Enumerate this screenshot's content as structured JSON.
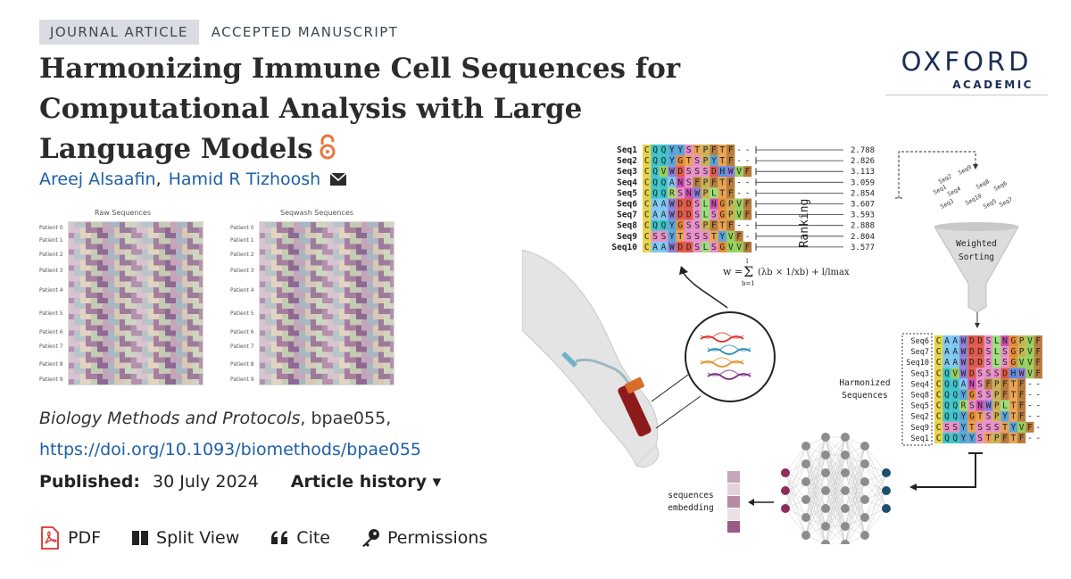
{
  "tags": {
    "type": "JOURNAL ARTICLE",
    "status": "ACCEPTED MANUSCRIPT"
  },
  "title": "Harmonizing Immune Cell Sequences for Computational Analysis with Large Language Models",
  "authors": [
    "Areej Alsaafin",
    "Hamid R Tizhoosh"
  ],
  "author_separator": ",",
  "logo": {
    "top": "OXFORD",
    "bottom": "ACADEMIC"
  },
  "citation": {
    "journal": "Biology Methods and Protocols",
    "id": ", bpae055,"
  },
  "doi": "https://doi.org/10.1093/biomethods/bpae055",
  "published": {
    "label": "Published:",
    "date": "30 July 2024",
    "history": "Article history ▾"
  },
  "toolbar": {
    "pdf": "PDF",
    "split": "Split View",
    "cite": "Cite",
    "permissions": "Permissions"
  },
  "figure_left": {
    "raw_title": "Raw Sequences",
    "seqwash_title": "Seqwash Sequences",
    "patients": [
      "Patient 0",
      "Patient 1",
      "Patient 2",
      "Patient 3",
      "Patient 4",
      "Patient 5",
      "Patient 6",
      "Patient 7",
      "Patient 8",
      "Patient 9"
    ]
  },
  "figure_right": {
    "seq_names": [
      "Seq1",
      "Seq2",
      "Seq3",
      "Seq4",
      "Seq5",
      "Seq6",
      "Seq7",
      "Seq8",
      "Seq9",
      "Seq10"
    ],
    "seqs": [
      "CQQYYSTPFTF--",
      "CQQYGTSPYTF--",
      "CQVWDSSSDHWVF",
      "CQQANSFPFTF--",
      "CQQRSNWPLTF--",
      "CAAWDDSLNGPVF",
      "CAAWDDSLSGPVF",
      "CQQYGSSPFTF--",
      "CSSYTSSSTYVF-",
      "CAAWDDSLSGVVF"
    ],
    "scores": [
      "2.788",
      "2.826",
      "3.113",
      "3.059",
      "2.854",
      "3.607",
      "3.593",
      "2.888",
      "2.804",
      "3.577"
    ],
    "ranking_label": "Ranking",
    "funnel_label_1": "Weighted",
    "funnel_label_2": "Sorting",
    "funnel_items": [
      "Seq2",
      "Seq9",
      "Seq1",
      "Seq8",
      "Seq6",
      "Seq4",
      "Seq3",
      "Seq10",
      "Seq5",
      "Seq7"
    ],
    "harmonized_label_1": "Harmonized",
    "harmonized_label_2": "Sequences",
    "harmonized_names": [
      "Seq6",
      "Seq7",
      "Seq10",
      "Seq3",
      "Seq4",
      "Seq8",
      "Seq5",
      "Seq2",
      "Seq9",
      "Seq1"
    ],
    "harmonized_seqs": [
      "CAAWDDSLNGPVF",
      "CAAWDDSLSGPVF",
      "CAAWDDSLSGVVF",
      "CQVWDSSSDHWVF",
      "CQQANSFPFTF--",
      "CQQYGSSPFTF--",
      "CQQRSNWPLTF--",
      "CQQYGTSPYTF--",
      "CSSYTSSSTYVF-",
      "CQQYYSTPFTF--"
    ],
    "embedding_label_1": "sequences",
    "embedding_label_2": "embedding",
    "formula_w": "w =",
    "formula_sum": "Σ",
    "formula_top": "l",
    "formula_bot": "b=1",
    "formula_body": "(λb × 1/xb) + l/lmax"
  },
  "colors": {
    "link": "#1d5fa8",
    "oa": "#e8773a",
    "pdf": "#d9342b",
    "logo": "#1b2d57",
    "aa": {
      "C": "#e6d24a",
      "Q": "#3cc3c8",
      "Y": "#5aa4d8",
      "S": "#e78fc7",
      "T": "#e9a352",
      "P": "#c9b255",
      "F": "#b87d3c",
      "G": "#e88a3a",
      "V": "#98cf5b",
      "W": "#8b7ed8",
      "D": "#e05a4a",
      "H": "#5c8fe0",
      "A": "#7fc7f0",
      "N": "#d14fb6",
      "R": "#a8d96b",
      "L": "#9be07a",
      "-": "#ffffff"
    }
  }
}
